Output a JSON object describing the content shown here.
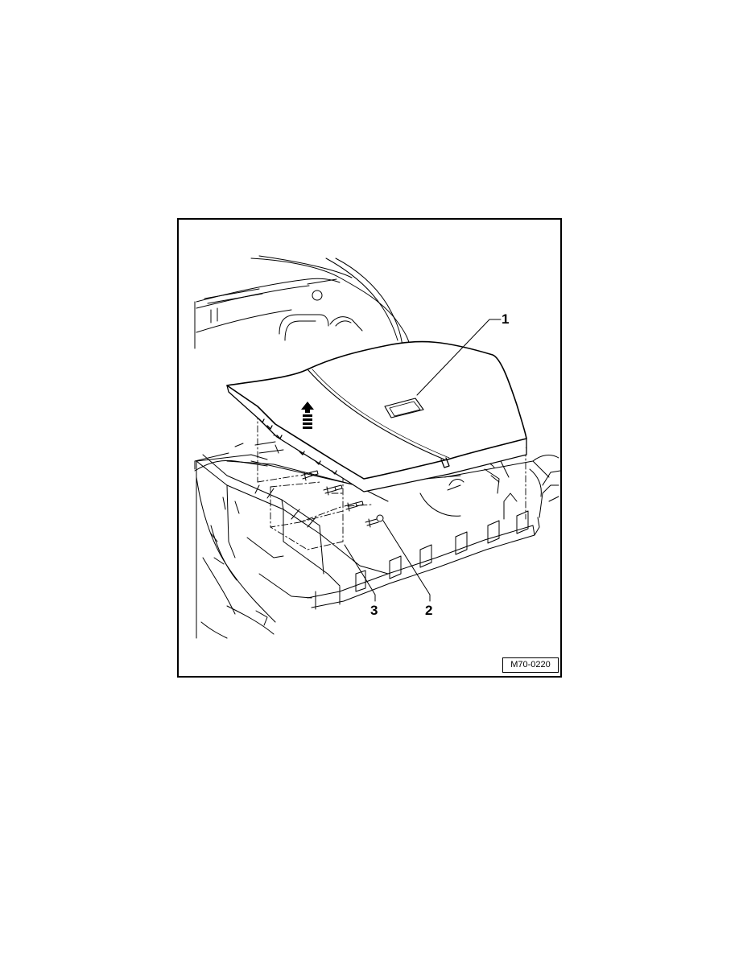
{
  "figure": {
    "callouts": {
      "part_1": "1",
      "part_2": "2",
      "part_3": "3"
    },
    "figure_code": "M70-0220"
  },
  "colors": {
    "line": "#000000",
    "panel_fill": "#ffffff",
    "background": "#ffffff"
  },
  "icons": [
    "removal-direction-arrow-icon",
    "screw-icon"
  ]
}
